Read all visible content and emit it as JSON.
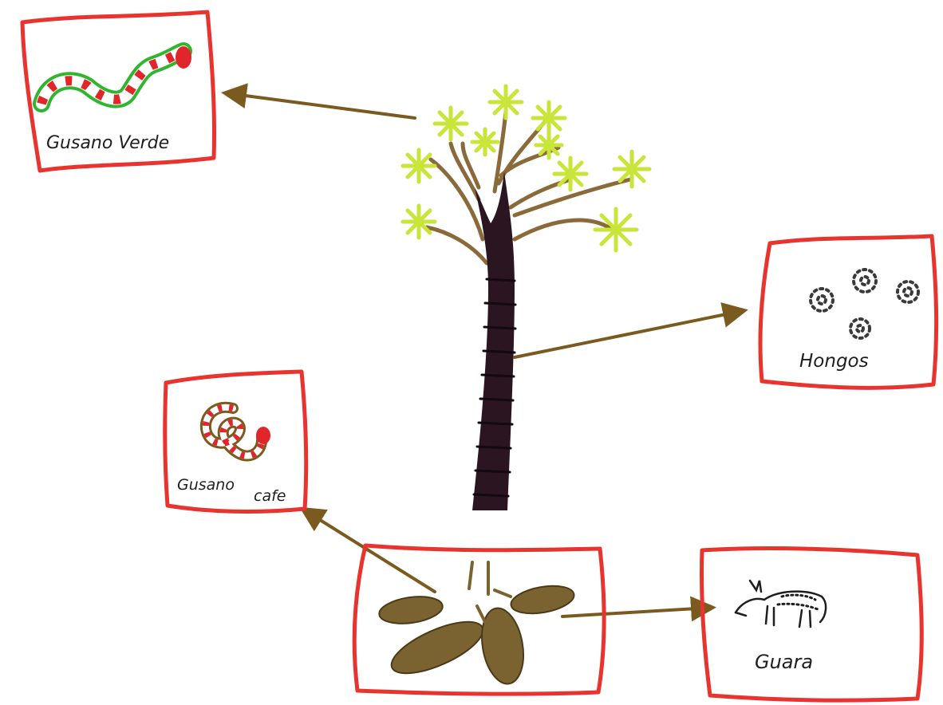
{
  "nodes": {
    "green_worm": {
      "label": "Gusano Verde"
    },
    "fungi": {
      "label": "Hongos"
    },
    "brown_worm": {
      "label_line1": "Gusano",
      "label_line2": "cafe"
    },
    "guara": {
      "label": "Guara"
    }
  },
  "colors": {
    "frame": "#e8332e",
    "arrow": "#7a5a1e",
    "trunk": "#2a1520",
    "branch": "#8a6a3a",
    "leaf": "#c9e53a",
    "seed": "#7a6330",
    "green_worm_outline": "#2fb52f",
    "worm_red": "#e0262a"
  }
}
